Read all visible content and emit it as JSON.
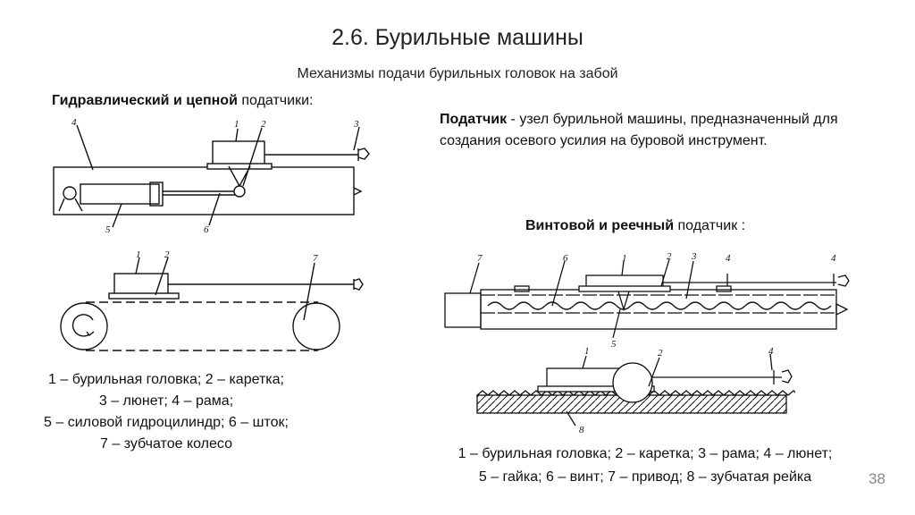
{
  "title": "2.6. Бурильные машины",
  "subtitle": "Механизмы подачи бурильных головок на забой",
  "left_heading": {
    "bold": "Гидравлический и цепной",
    "rest": " податчики:"
  },
  "definition": {
    "bold": "Податчик",
    "rest": " - узел бурильной машины, предназначенный для создания осевого усилия на буровой инструмент."
  },
  "right_heading": {
    "bold": "Винтовой и реечный",
    "rest": " податчик :"
  },
  "legend_left": [
    "1 – бурильная головка; 2 – каретка;",
    "3 – люнет; 4 – рама;",
    "5 – силовой гидроцилиндр; 6 – шток;",
    "7 – зубчатое колесо"
  ],
  "legend_right": [
    "1 – бурильная головка; 2 – каретка; 3 – рама; 4 – люнет;",
    "5 – гайка; 6 – винт; 7 – привод; 8 – зубчатая рейка"
  ],
  "page_number": "38",
  "figure_labels": {
    "hydraulic": [
      "4",
      "1",
      "2",
      "3",
      "5",
      "6"
    ],
    "chain": [
      "1",
      "2",
      "7"
    ],
    "screw": [
      "7",
      "6",
      "1",
      "2",
      "3",
      "4",
      "4",
      "5"
    ],
    "rack": [
      "1",
      "2",
      "4",
      "8"
    ]
  }
}
